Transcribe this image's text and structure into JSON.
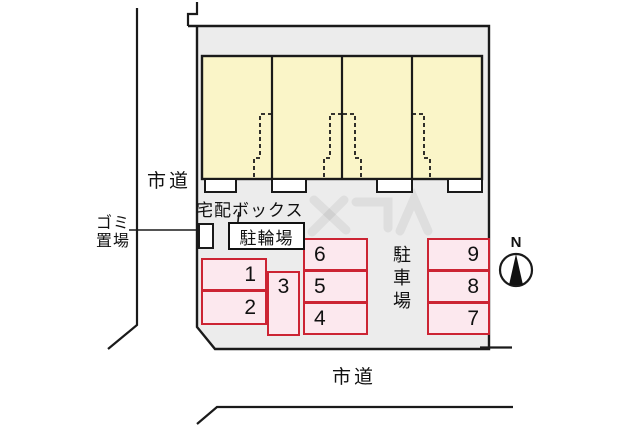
{
  "roads": {
    "left": "市道",
    "bottom": "市道"
  },
  "site": {
    "garbage_label_line1": "ゴミ",
    "garbage_label_line2": "置場",
    "delivery_box_label": "宅配ボックス",
    "bicycle_parking_label": "駐輪場",
    "parking_lot_label": "駐車場",
    "building_units": 4
  },
  "compass": {
    "north_label": "N"
  },
  "parking": {
    "numbers": [
      "1",
      "2",
      "3",
      "4",
      "5",
      "6",
      "7",
      "8",
      "9"
    ]
  },
  "colors": {
    "site_fill": "#ececec",
    "building_fill": "#faf5c8",
    "parking_fill": "#fce8ee",
    "parking_border": "#cc2433",
    "line": "#1a1a1a",
    "background": "#ffffff"
  }
}
